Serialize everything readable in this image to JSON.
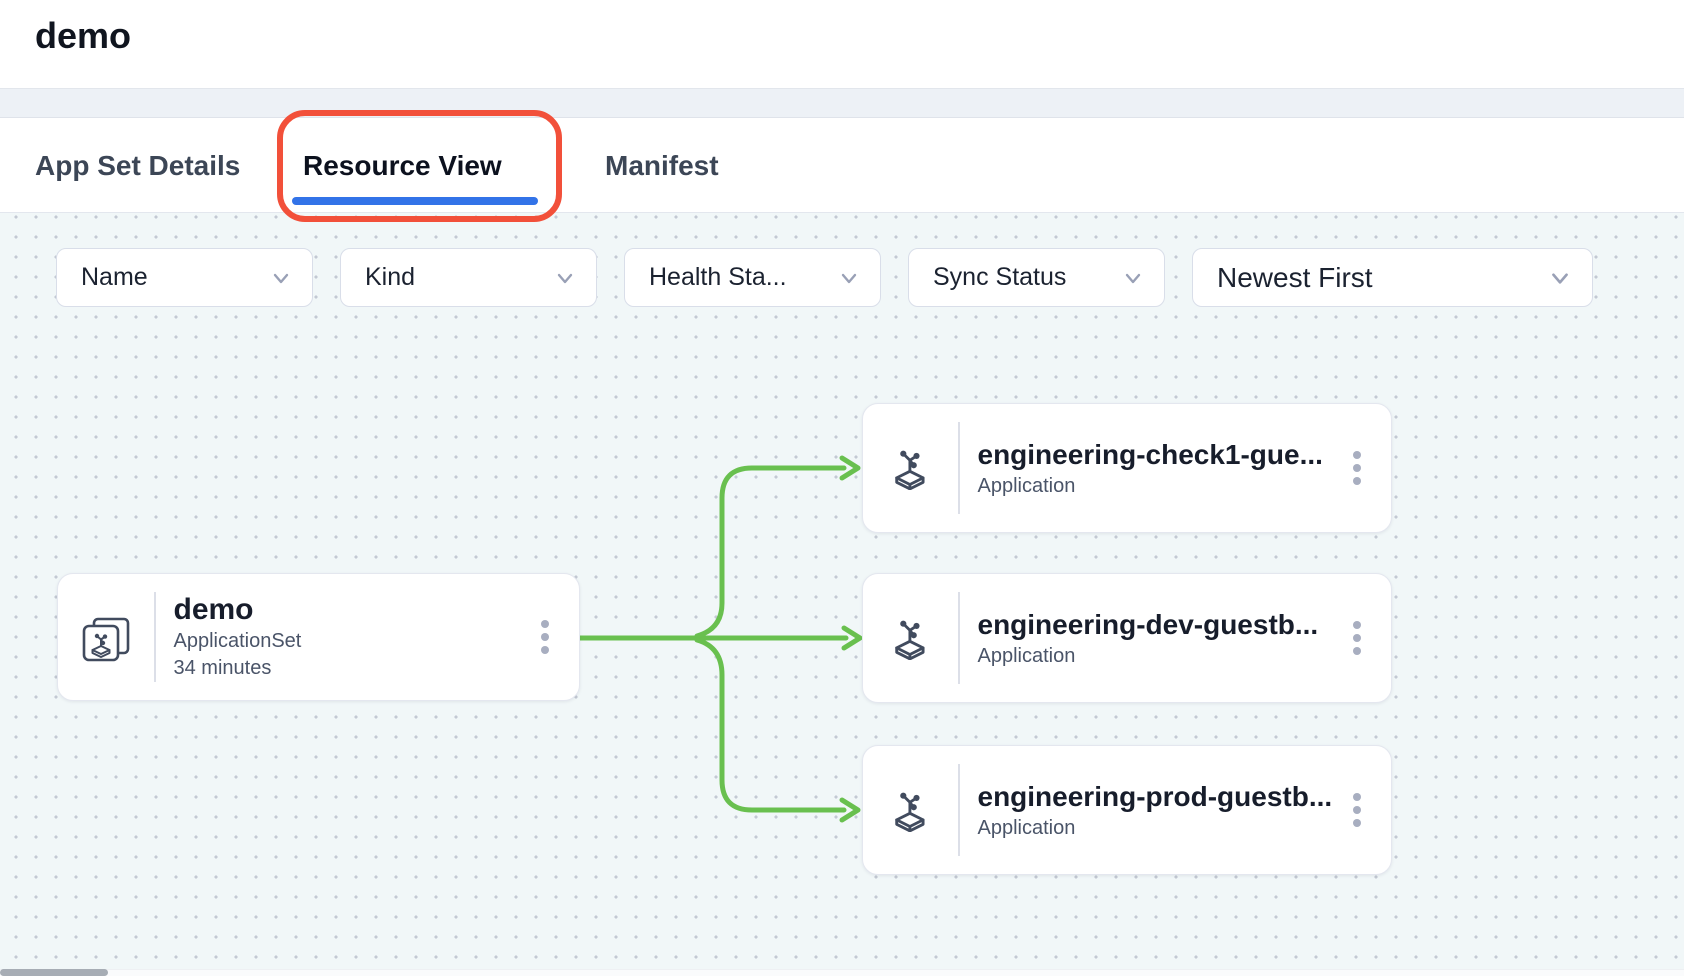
{
  "header": {
    "title": "demo"
  },
  "tabs": [
    {
      "label": "App Set Details",
      "active": false
    },
    {
      "label": "Resource View",
      "active": true
    },
    {
      "label": "Manifest",
      "active": false
    }
  ],
  "filters": [
    {
      "label": "Name"
    },
    {
      "label": "Kind"
    },
    {
      "label": "Health Sta..."
    },
    {
      "label": "Sync Status"
    }
  ],
  "sort": {
    "label": "Newest First"
  },
  "graph": {
    "root": {
      "title": "demo",
      "kind": "ApplicationSet",
      "age": "34 minutes"
    },
    "children": [
      {
        "title": "engineering-check1-gue...",
        "kind": "Application"
      },
      {
        "title": "engineering-dev-guestb...",
        "kind": "Application"
      },
      {
        "title": "engineering-prod-guestb...",
        "kind": "Application"
      }
    ]
  },
  "colors": {
    "tab_accent": "#3273e8",
    "edge_green": "#69c04f",
    "annotation_red": "#f2503a"
  }
}
